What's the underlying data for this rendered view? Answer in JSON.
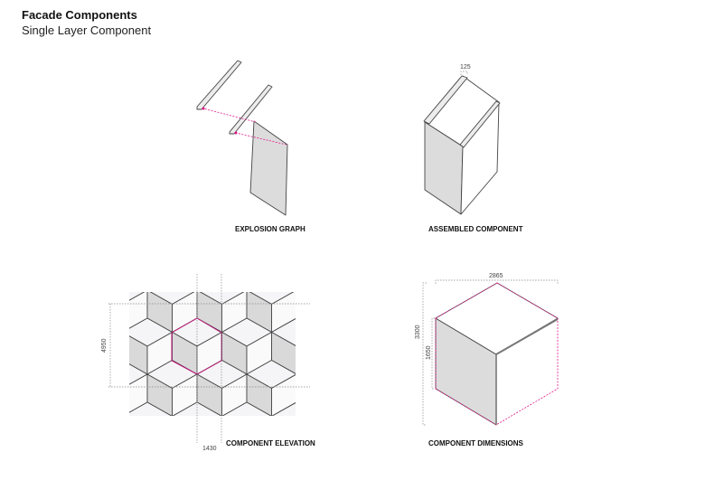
{
  "header": {
    "title": "Facade Components",
    "subtitle": "Single Layer Component"
  },
  "panels": {
    "explosion": {
      "label": "EXPLOSION GRAPH"
    },
    "assembled": {
      "label": "ASSEMBLED COMPONENT",
      "dimension": "125"
    },
    "elevation": {
      "label": "COMPONENT ELEVATION",
      "height_dimension": "4950",
      "width_dimension": "1430"
    },
    "dimensions": {
      "label": "COMPONENT DIMENSIONS",
      "width_dimension": "2865",
      "height_dimension": "3300",
      "half_height_dimension": "1650"
    }
  },
  "colors": {
    "accent": "#e0158a",
    "face_gray": "#dcdcdc",
    "line": "#444444"
  }
}
